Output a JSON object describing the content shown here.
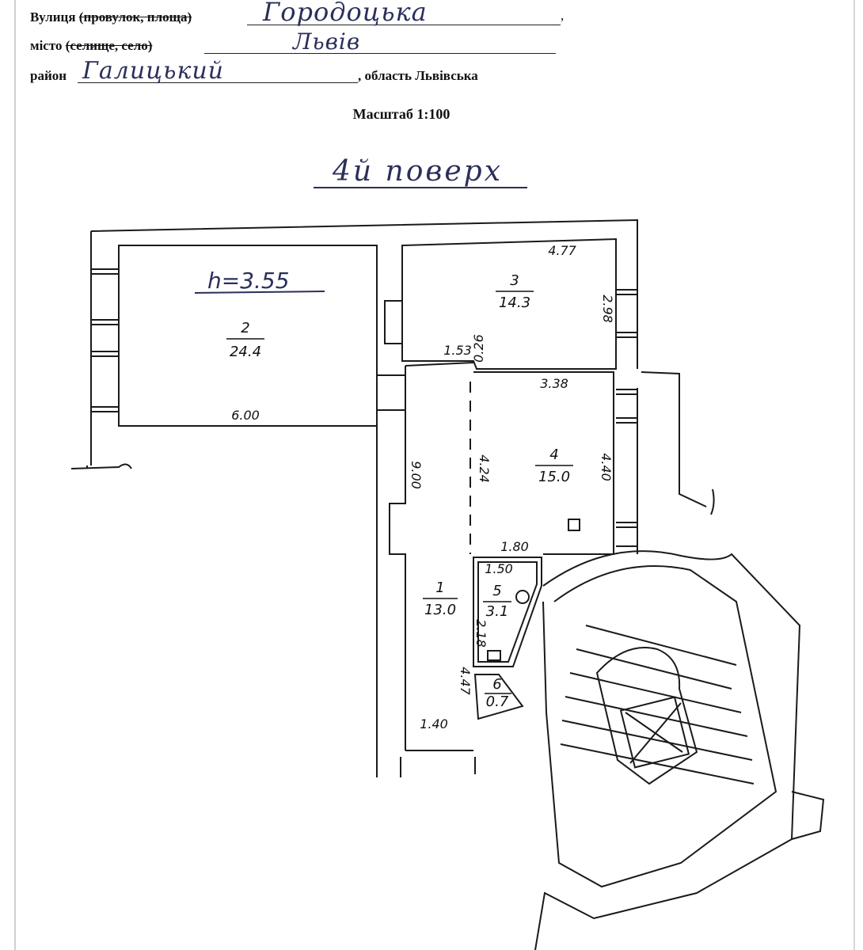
{
  "header": {
    "street_label": "Вулиця",
    "street_struck": "(провулок, площа)",
    "street_value": "Городоцька",
    "street_comma": ",",
    "city_label": "місто",
    "city_struck": "(селище, село)",
    "city_value": "Львів",
    "district_label": "район",
    "district_value": "Галицький",
    "region_text": ", область Львівська"
  },
  "scale_label": "Масштаб 1:100",
  "floor_label": "4й поверх",
  "plan": {
    "ceiling_height": "h=3.55",
    "rooms": [
      {
        "number": "1",
        "area": "13.0"
      },
      {
        "number": "2",
        "area": "24.4"
      },
      {
        "number": "3",
        "area": "14.3"
      },
      {
        "number": "4",
        "area": "15.0"
      },
      {
        "number": "5",
        "area": "3.1"
      },
      {
        "number": "6",
        "area": "0.7"
      }
    ],
    "dimensions": {
      "room2_width": "6.00",
      "room3_width": "4.77",
      "room3_height": "2.98",
      "room4_width": "3.38",
      "room4_height": "4.40",
      "room4_depth": "4.24",
      "corridor_length": "9.00",
      "corridor_top": "1.53",
      "corridor_step": "0.26",
      "room5_outer": "1.80",
      "room5_inner": "1.50",
      "room5_height": "2.18",
      "room6_side": "4.47",
      "corridor_bottom": "1.40"
    }
  }
}
